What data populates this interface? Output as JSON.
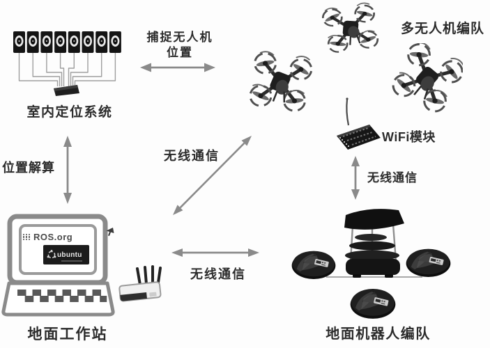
{
  "nodes": {
    "indoor_positioning": {
      "label": "室内定位系统",
      "camera_count": 8
    },
    "uav_fleet": {
      "label": "多无人机编队",
      "drone_count": 3
    },
    "wifi_module": {
      "label": "WiFi模块"
    },
    "ground_station": {
      "label": "地面工作站",
      "screen": {
        "ros": "ROS.org",
        "ubuntu": "ubuntu"
      }
    },
    "ground_robots": {
      "label": "地面机器人编队",
      "robot_count": 4
    }
  },
  "links": {
    "capture": {
      "label_line1": "捕捉无人机",
      "label_line2": "位置"
    },
    "position_solving": {
      "label": "位置解算"
    },
    "wireless_uav": {
      "label": "无线通信"
    },
    "wireless_ground": {
      "label": "无线通信"
    },
    "wireless_robots": {
      "label": "无线通信"
    }
  },
  "colors": {
    "arrow": "#8a8a8a",
    "text": "#2b2b2b",
    "device_dark": "#1b1b1b",
    "background": "#fdfdfd"
  }
}
